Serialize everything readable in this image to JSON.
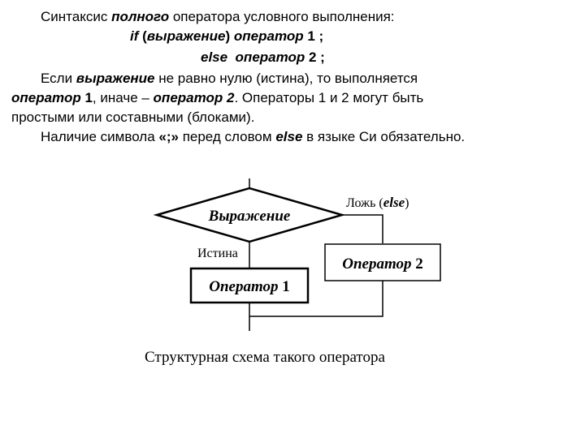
{
  "text": {
    "line1": {
      "pre": "Синтаксис ",
      "em": "полного",
      "post": " оператора условного выполнения:"
    },
    "line2": {
      "kw": "if",
      "a": " (",
      "expr": "выражение",
      "b": ") ",
      "op": "оператор",
      "num": " 1 ;"
    },
    "line3": {
      "kw": "else",
      "sp": "  ",
      "op": "оператор",
      "num": " 2 ;"
    },
    "line4": {
      "pre": "Если ",
      "expr": "выражение",
      "post": " не равно нулю (истина), то выполняется"
    },
    "line5": {
      "op1": "оператор",
      "n1": " 1",
      "mid": ", иначе – ",
      "op2": "оператор 2",
      "post": ". Операторы 1 и 2 могут быть"
    },
    "line6": {
      "text": "простыми или составными (блоками)."
    },
    "line7": {
      "pre": "Наличие символа ",
      "sym": "«;»",
      "mid": " перед словом ",
      "kw": "else",
      "post": " в языке Си обязательно."
    }
  },
  "diagram": {
    "condition": "Выражение",
    "false_label_pre": "Ложь (",
    "false_label_kw": "else",
    "false_label_post": ")",
    "true_label": "Истина",
    "op1": {
      "word": "Оператор",
      "num": " 1"
    },
    "op2": {
      "word": "Оператор",
      "num": " 2"
    },
    "caption": "Структурная схема такого оператора"
  }
}
